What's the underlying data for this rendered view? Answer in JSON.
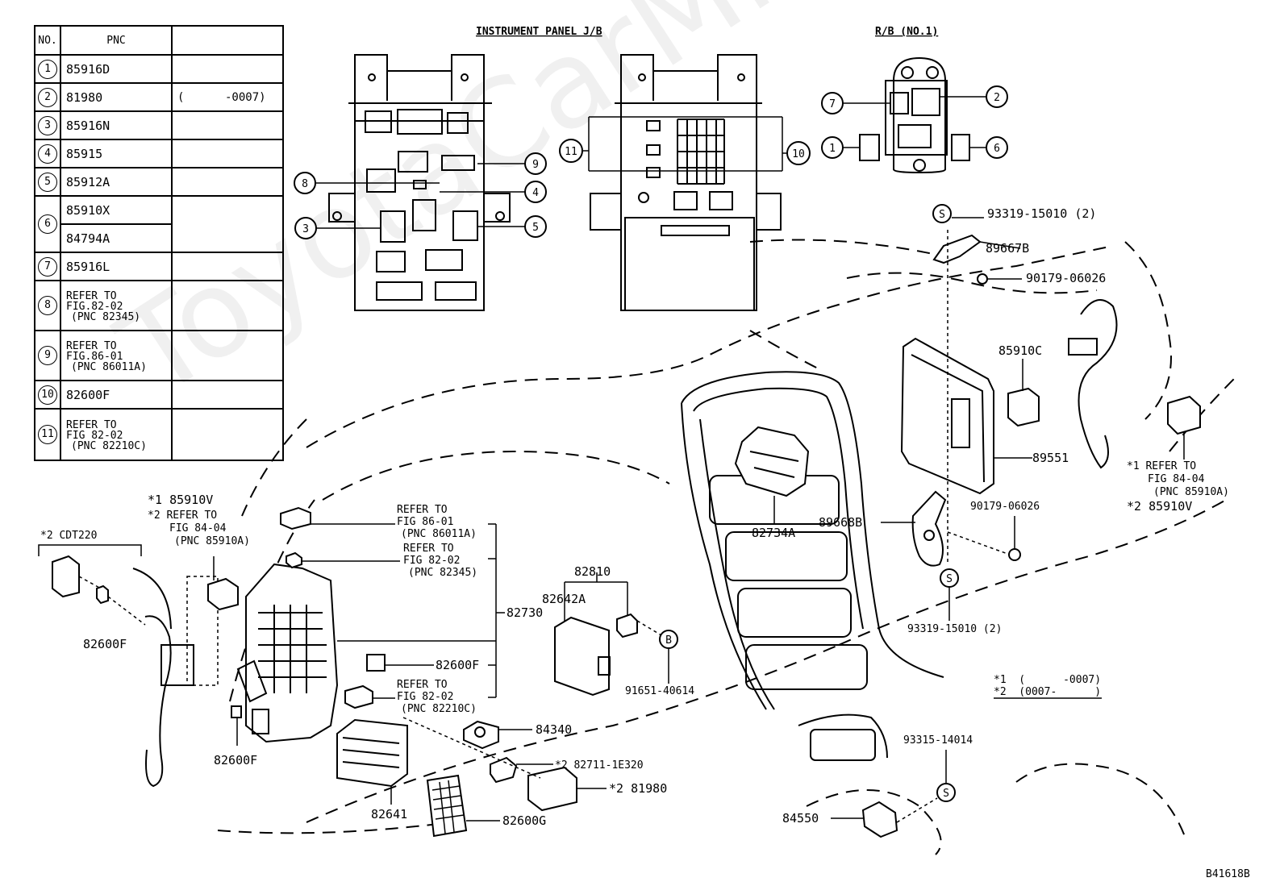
{
  "table": {
    "headers": [
      "NO.",
      "PNC",
      ""
    ],
    "rows": [
      {
        "no": "1",
        "pnc": [
          "85916D"
        ],
        "note": ""
      },
      {
        "no": "2",
        "pnc": [
          "81980"
        ],
        "note": "(      -0007)"
      },
      {
        "no": "3",
        "pnc": [
          "85916N"
        ],
        "note": ""
      },
      {
        "no": "4",
        "pnc": [
          "85915"
        ],
        "note": ""
      },
      {
        "no": "5",
        "pnc": [
          "85912A"
        ],
        "note": ""
      },
      {
        "no": "6",
        "pnc": [
          "85910X",
          "84794A"
        ],
        "note": ""
      },
      {
        "no": "7",
        "pnc": [
          "85916L"
        ],
        "note": ""
      },
      {
        "no": "8",
        "refer": [
          "REFER TO",
          "FIG.82-02",
          "(PNC 82345)"
        ],
        "note": ""
      },
      {
        "no": "9",
        "refer": [
          "REFER TO",
          "FIG.86-01",
          "(PNC 86011A)"
        ],
        "note": ""
      },
      {
        "no": "10",
        "pnc": [
          "82600F"
        ],
        "note": ""
      },
      {
        "no": "11",
        "refer": [
          "REFER TO",
          "FIG 82-02",
          "(PNC 82210C)"
        ],
        "note": ""
      }
    ]
  },
  "titles": {
    "instrument_panel": "INSTRUMENT PANEL J/B",
    "rb": "R/B (NO.1)"
  },
  "callouts": [
    "1",
    "2",
    "3",
    "4",
    "5",
    "6",
    "7",
    "8",
    "9",
    "10",
    "11"
  ],
  "labels": {
    "p93319_top": "93319-15010 (2)",
    "p89667b": "89667B",
    "p90179_top": "90179-06026",
    "p85910c": "85910C",
    "p89551": "89551",
    "p89668b": "89668B",
    "p90179_mid": "90179-06026",
    "p93319_bot": "93319-15010 (2)",
    "p82734a": "82734A",
    "p82810": "82810",
    "p82642a": "82642A",
    "p82730": "82730",
    "p82600f_mid": "82600F",
    "p91651": "91651-40614",
    "p84340": "84340",
    "p82711": "*2 82711-1E320",
    "p81980": "*2 81980",
    "p82641": "82641",
    "p82600g": "82600G",
    "p84550": "84550",
    "p93315": "93315-14014",
    "p82600f_left": "82600F",
    "p82600f_bottom": "82600F",
    "cdt": "*2 CDT220",
    "left_ref": [
      "*1  85910V",
      "*2  REFER TO",
      "FIG 84-04",
      "(PNC 85910A)"
    ],
    "right_ref": [
      "*1  REFER TO",
      "FIG 84-04",
      "(PNC 85910A)",
      "*2  85910V"
    ],
    "ref_86011a": [
      "REFER TO",
      "FIG 86-01",
      "(PNC 86011A)"
    ],
    "ref_82345": [
      "REFER TO",
      "FIG 82-02",
      "(PNC 82345)"
    ],
    "ref_82210c": [
      "REFER TO",
      "FIG 82-02",
      "(PNC 82210C)"
    ],
    "legend": [
      "*1  (      -0007)",
      "*2  (0007-      )"
    ],
    "code": "B41618B",
    "s_symbol": "S",
    "b_symbol": "B"
  },
  "watermark": "ToyotaCarMire.ru"
}
